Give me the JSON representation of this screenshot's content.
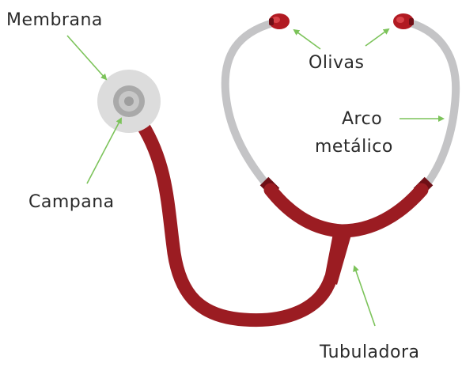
{
  "labels": {
    "membrana": "Membrana",
    "campana": "Campana",
    "olivas": "Olivas",
    "arco_line1": "Arco",
    "arco_line2": "metálico",
    "tubuladora": "Tubuladora"
  },
  "colors": {
    "tubing": "#9b1c22",
    "tubing_dark": "#6e0f16",
    "metal_arc": "#c4c4c6",
    "chestpiece_outer": "#dcdcdc",
    "chestpiece_ring": "#a9a9a9",
    "chestpiece_inner": "#c7c7c7",
    "chestpiece_center": "#9e9e9e",
    "eartip": "#b11a22",
    "arrow": "#7cc35a",
    "text": "#2b2b2b"
  },
  "icons": {
    "arrow": "arrow-icon",
    "stethoscope": "stethoscope-icon"
  }
}
